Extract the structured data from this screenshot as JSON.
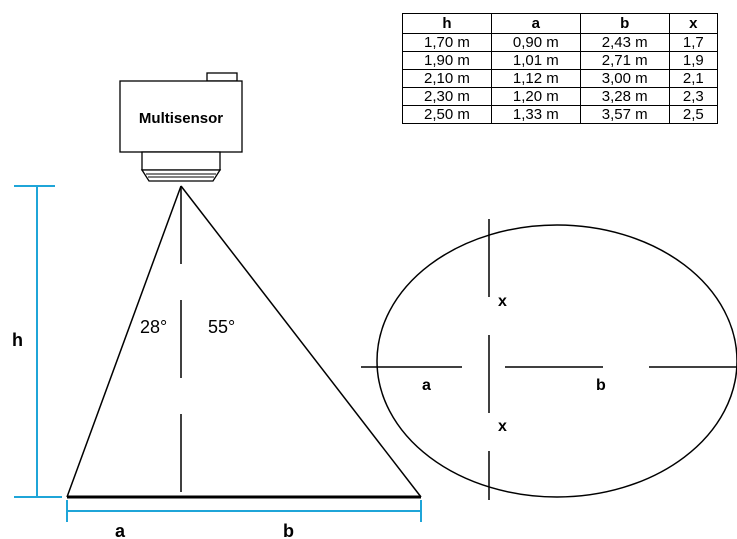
{
  "sensor": {
    "label": "Multisensor"
  },
  "cone": {
    "angle_left": "28°",
    "angle_right": "55°"
  },
  "dimensions": {
    "h": "h",
    "a": "a",
    "b": "b"
  },
  "ellipse": {
    "x_top": "x",
    "x_bottom": "x",
    "a": "a",
    "b": "b"
  },
  "table": {
    "headers": [
      "h",
      "a",
      "b",
      "x"
    ],
    "rows": [
      [
        "1,70 m",
        "0,90 m",
        "2,43 m",
        "1,7"
      ],
      [
        "1,90 m",
        "1,01 m",
        "2,71 m",
        "1,9"
      ],
      [
        "2,10 m",
        "1,12 m",
        "3,00 m",
        "2,1"
      ],
      [
        "2,30 m",
        "1,20 m",
        "3,28 m",
        "2,3"
      ],
      [
        "2,50 m",
        "1,33 m",
        "3,57 m",
        "2,5"
      ]
    ]
  },
  "colors": {
    "dimension_line": "#1fa5d8",
    "line": "#000000"
  }
}
